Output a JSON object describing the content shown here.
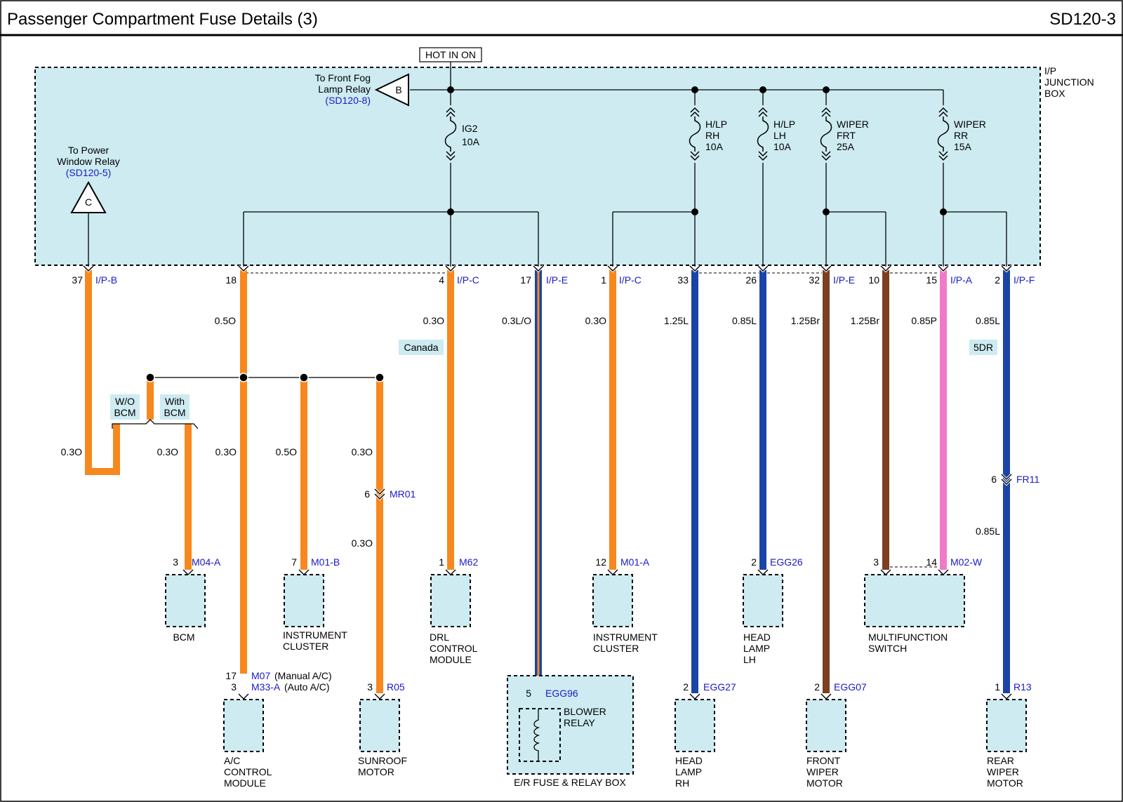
{
  "header": {
    "title": "Passenger Compartment Fuse Details (3)",
    "code": "SD120-3"
  },
  "colors": {
    "orange": "#f7881e",
    "blue": "#1a44a6",
    "brown": "#7b3f22",
    "pink": "#f07ac8",
    "box_fill": "#cdebf1",
    "ref_blue": "#1a1ac8"
  },
  "junction_box": {
    "label": [
      "I/P",
      "JUNCTION",
      "BOX"
    ],
    "hot_label": "HOT IN ON"
  },
  "refs": {
    "fog": {
      "lines": [
        "To Front Fog",
        "Lamp Relay"
      ],
      "ref": "(SD120-8)",
      "letter": "B"
    },
    "window": {
      "lines": [
        "To Power",
        "Window Relay"
      ],
      "ref": "(SD120-5)",
      "letter": "C"
    }
  },
  "fuses": [
    {
      "id": "ig2",
      "lines": [
        "IG2",
        "10A"
      ]
    },
    {
      "id": "hlp-rh",
      "lines": [
        "H/LP",
        "RH",
        "10A"
      ]
    },
    {
      "id": "hlp-lh",
      "lines": [
        "H/LP",
        "LH",
        "10A"
      ]
    },
    {
      "id": "wiper-frt",
      "lines": [
        "WIPER",
        "FRT",
        "25A"
      ]
    },
    {
      "id": "wiper-rr",
      "lines": [
        "WIPER",
        "RR",
        "15A"
      ]
    }
  ],
  "pins": [
    {
      "id": "p37",
      "pin": "37",
      "conn": "I/P-B"
    },
    {
      "id": "p18",
      "pin": "18",
      "conn": ""
    },
    {
      "id": "p4",
      "pin": "4",
      "conn": "I/P-C"
    },
    {
      "id": "p17",
      "pin": "17",
      "conn": "I/P-E"
    },
    {
      "id": "p1",
      "pin": "1",
      "conn": "I/P-C"
    },
    {
      "id": "p33",
      "pin": "33",
      "conn": ""
    },
    {
      "id": "p26",
      "pin": "26",
      "conn": ""
    },
    {
      "id": "p32",
      "pin": "32",
      "conn": "I/P-E"
    },
    {
      "id": "p10",
      "pin": "10",
      "conn": ""
    },
    {
      "id": "p15",
      "pin": "15",
      "conn": "I/P-A"
    },
    {
      "id": "p2",
      "pin": "2",
      "conn": "I/P-F"
    }
  ],
  "wire_specs": {
    "w18": "0.5O",
    "w4": "0.3O",
    "w17": "0.3L/O",
    "w1": "0.3O",
    "w33": "1.25L",
    "w26": "0.85L",
    "w32": "1.25Br",
    "w10": "1.25Br",
    "w15": "0.85P",
    "w2": "0.85L",
    "w37": "0.3O",
    "bcm": "0.3O",
    "ac": "0.3O",
    "cluster": "0.5O",
    "sunroof_a": "0.3O",
    "sunroof_b": "0.3O",
    "rear_b": "0.85L"
  },
  "options": {
    "canada": "Canada",
    "five_dr": "5DR",
    "wo_bcm": [
      "W/O",
      "BCM"
    ],
    "with_bcm": [
      "With",
      "BCM"
    ]
  },
  "inline": {
    "mr01": {
      "pin": "6",
      "conn": "MR01"
    },
    "fr11": {
      "pin": "6",
      "conn": "FR11"
    }
  },
  "components": {
    "bcm": {
      "pin": "3",
      "conn": "M04-A",
      "name": [
        "BCM"
      ]
    },
    "cluster_left": {
      "pin": "7",
      "conn": "M01-B",
      "name": [
        "INSTRUMENT",
        "CLUSTER"
      ]
    },
    "drl": {
      "pin": "1",
      "conn": "M62",
      "name": [
        "DRL",
        "CONTROL",
        "MODULE"
      ]
    },
    "cluster_right": {
      "pin": "12",
      "conn": "M01-A",
      "name": [
        "INSTRUMENT",
        "CLUSTER"
      ]
    },
    "head_lh": {
      "pin": "2",
      "conn": "EGG26",
      "name": [
        "HEAD",
        "LAMP",
        "LH"
      ]
    },
    "multifunction": {
      "pin_a": "3",
      "pin_b": "14",
      "conn": "M02-W",
      "name": [
        "MULTIFUNCTION",
        "SWITCH"
      ]
    },
    "ac": {
      "pin_a": "17",
      "conn_a": "M07",
      "note_a": "(Manual A/C)",
      "pin_b": "3",
      "conn_b": "M33-A",
      "note_b": "(Auto A/C)",
      "name": [
        "A/C",
        "CONTROL",
        "MODULE"
      ]
    },
    "sunroof": {
      "pin": "3",
      "conn": "R05",
      "name": [
        "SUNROOF",
        "MOTOR"
      ]
    },
    "er_box": {
      "pin": "5",
      "conn": "EGG96",
      "relay": [
        "BLOWER",
        "RELAY"
      ],
      "name": [
        "E/R FUSE & RELAY BOX"
      ]
    },
    "head_rh": {
      "pin": "2",
      "conn": "EGG27",
      "name": [
        "HEAD",
        "LAMP",
        "RH"
      ]
    },
    "front_wiper": {
      "pin": "2",
      "conn": "EGG07",
      "name": [
        "FRONT",
        "WIPER",
        "MOTOR"
      ]
    },
    "rear_wiper": {
      "pin": "1",
      "conn": "R13",
      "name": [
        "REAR",
        "WIPER",
        "MOTOR"
      ]
    }
  }
}
